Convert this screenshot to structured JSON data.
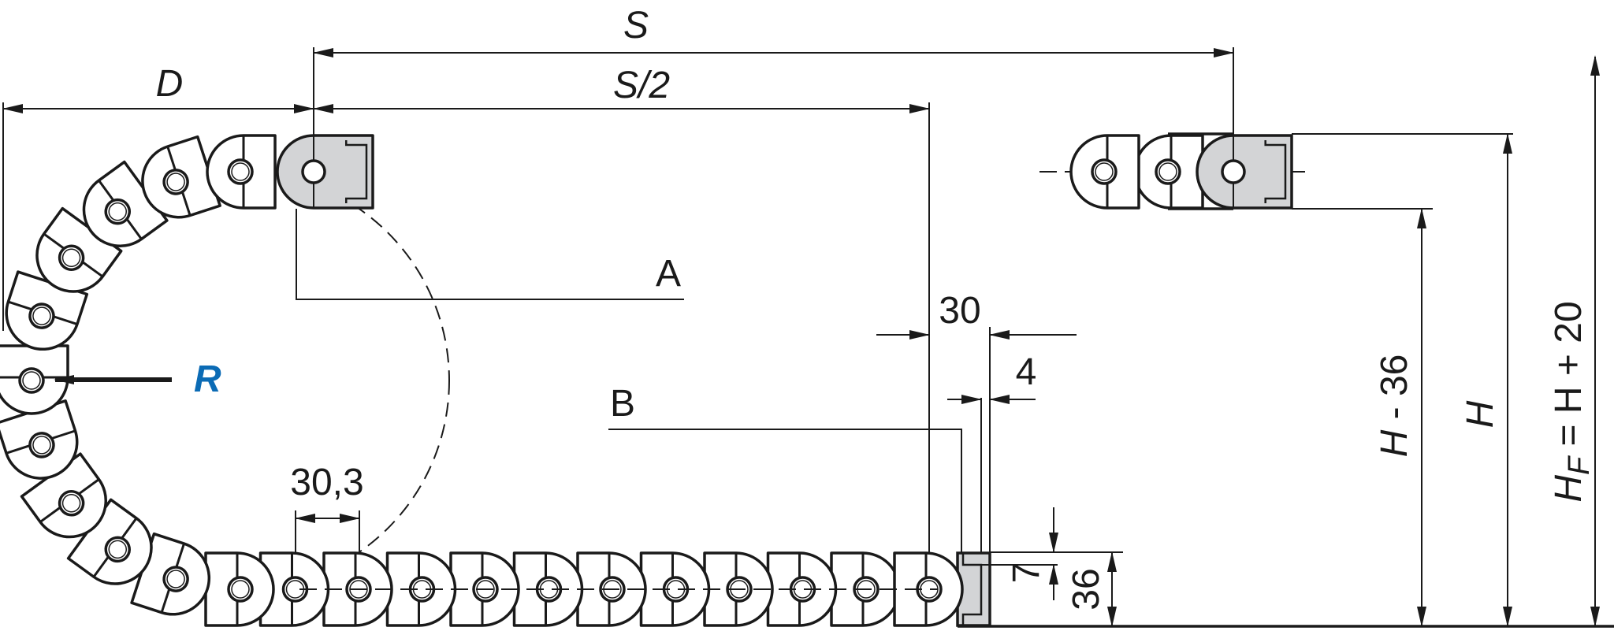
{
  "labels": {
    "stroke_s": "S",
    "half_stroke": "S/2",
    "d": "D",
    "a": "A",
    "b": "B",
    "r": "R",
    "pitch": "30,3",
    "width_30": "30",
    "width_4": "4",
    "height_7": "7",
    "height_36": "36",
    "h_minus_36": {
      "var": "H",
      "rest": " - 36"
    },
    "h": "H",
    "hf": {
      "var": "H",
      "sub": "F",
      "rest": " = H + 20"
    }
  },
  "colors": {
    "line": "#1a1a1a",
    "bracket_fill": "#d3d4d6",
    "accent": "#0b6bb5"
  }
}
